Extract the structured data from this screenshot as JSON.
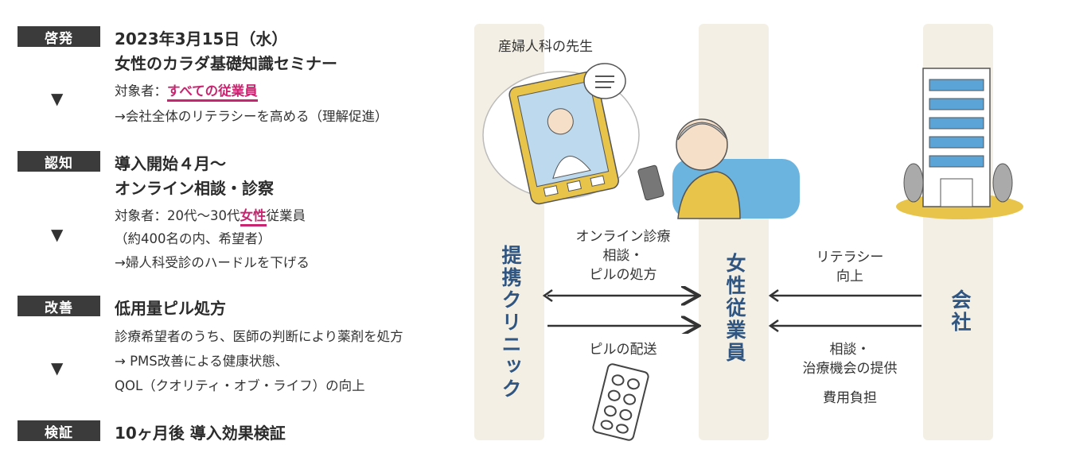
{
  "steps": [
    {
      "badge": "啓発",
      "heading": "2023年3月15日（水）",
      "heading2": "女性のカラダ基礎知識セミナー",
      "target_prefix": "対象者：",
      "target_highlight": "すべての従業員",
      "line2": "→会社全体のリテラシーを高める（理解促進）"
    },
    {
      "badge": "認知",
      "heading": "導入開始４月〜",
      "heading2": "オンライン相談・診察",
      "target_prefix": "対象者：20代〜30代",
      "target_highlight": "女性",
      "target_suffix": "従業員",
      "line2": "（約400名の内、希望者）",
      "line3": "→婦人科受診のハードルを下げる"
    },
    {
      "badge": "改善",
      "heading": "低用量ピル処方",
      "line1": "診療希望者のうち、医師の判断により薬剤を処方",
      "line2": "→ PMS改善による健康状態、",
      "line3": "QOL（クオリティ・オブ・ライフ）の向上"
    },
    {
      "badge": "検証",
      "heading": "10ヶ月後 導入効果検証"
    }
  ],
  "diagram": {
    "doctor_label": "産婦人科の先生",
    "clinic": "提携クリニック",
    "employee": "女性従業員",
    "company": "会社",
    "arrow_top_left": "オンライン診療\n相談・\nピルの処方",
    "arrow_bottom_left": "ピルの配送",
    "arrow_top_right": "リテラシー\n向上",
    "arrow_bottom_right": "相談・\n治療機会の提供",
    "arrow_bottom_right2": "費用負担"
  },
  "colors": {
    "badge": "#3b3b3b",
    "highlight": "#c8246f",
    "column": "#f3efe4",
    "title_blue": "#2f5580",
    "building": "#5aa4d8"
  }
}
